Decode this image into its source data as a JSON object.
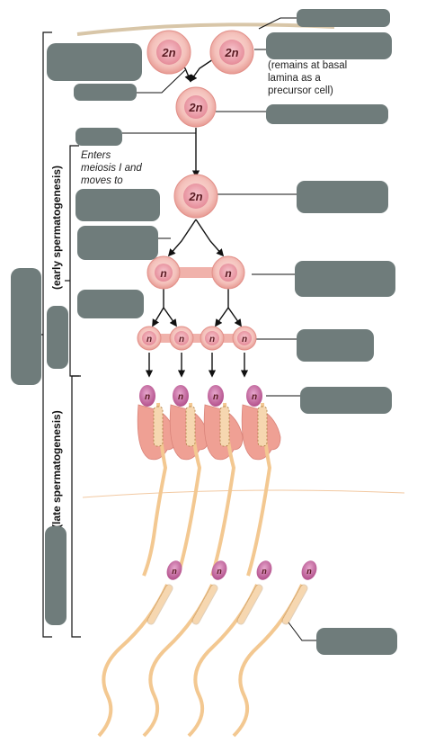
{
  "cells": {
    "two_n": "2n",
    "haploid": "n"
  },
  "notes": {
    "precursor": [
      "(remains at basal",
      "lamina as a",
      "precursor cell)"
    ],
    "meiosis": [
      "Enters",
      "meiosis I and",
      "moves to"
    ]
  },
  "phases": {
    "early": "(early spermatogenesis)",
    "late": "(late spermatogenesis)"
  },
  "colors": {
    "label_mask": "#6f7c7b",
    "cell_fill": "#f2b9b4",
    "nucleus_fill": "#ee9fa7",
    "sperm_head": "#c56aa0",
    "tail": "#f3c891",
    "sertoli": "#efa094"
  }
}
